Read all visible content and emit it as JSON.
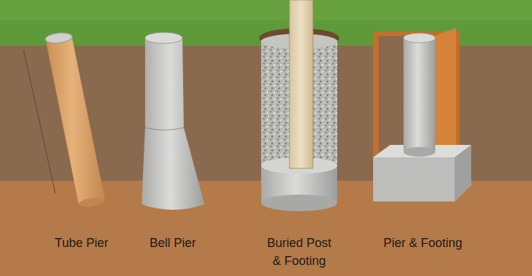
{
  "diagram": {
    "labels": [
      "Tube Pier",
      "Bell Pier",
      "Buried Post & Footing",
      "Pier & Footing"
    ]
  }
}
